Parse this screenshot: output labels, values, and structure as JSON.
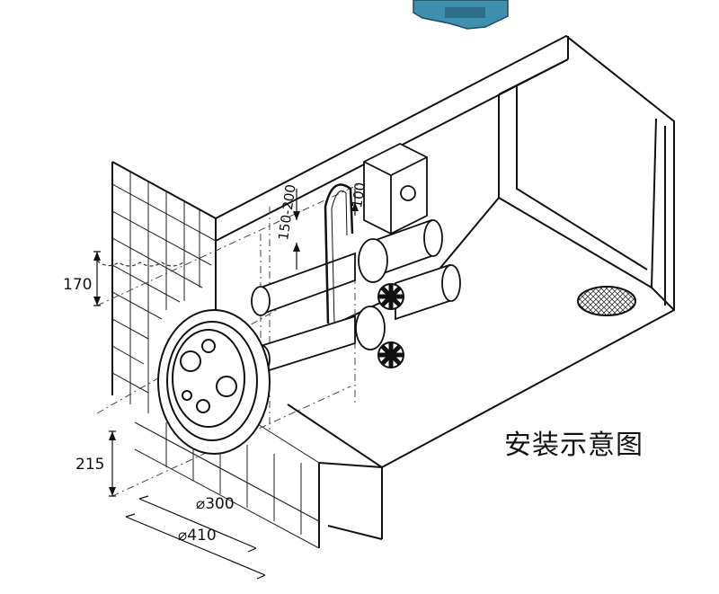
{
  "caption": "安装示意图",
  "dimensions": {
    "height_top": "170",
    "height_bottom": "215",
    "spacing": "150-200",
    "offset": "100",
    "diameter_inner": "⌀300",
    "diameter_outer": "⌀410"
  },
  "colors": {
    "line": "#111111",
    "hidden_line": "#555555",
    "connector_fill": "#3f8fae",
    "grate_fill": "#dcdcdc"
  },
  "icons": {
    "valve_upper": "handwheel-valve-icon",
    "valve_lower": "handwheel-valve-icon",
    "drain": "drain-grate-icon",
    "nozzle": "wall-nozzle-icon"
  }
}
